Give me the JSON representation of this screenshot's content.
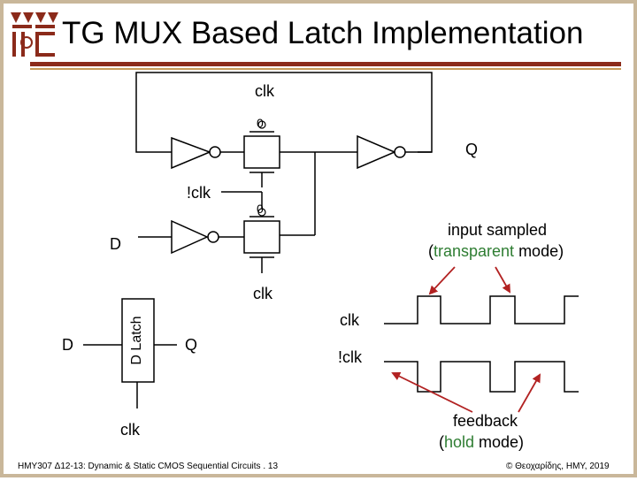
{
  "title": "TG MUX Based Latch Implementation",
  "labels": {
    "clk_top": "clk",
    "bubble_top": "0",
    "q_out": "Q",
    "nclk": "!clk",
    "bubble_mid": "0",
    "d_in": "D",
    "clk_mid": "clk",
    "annotation_top_1": "input sampled",
    "annotation_top_2_open": "(",
    "annotation_top_2_word": "transparent",
    "annotation_top_2_close": " mode)",
    "latch_d": "D",
    "latch_box": "D Latch",
    "latch_q": "Q",
    "latch_clk": "clk",
    "wave_clk": "clk",
    "wave_nclk": "!clk",
    "annotation_bottom_1": "feedback",
    "annotation_bottom_2_open": "(",
    "annotation_bottom_2_word": "hold",
    "annotation_bottom_2_close": " mode)"
  },
  "footer": {
    "left": "HMY307 Δ12-13: Dynamic & Static CMOS Sequential Circuits . 13",
    "right": "© Θεοχαρίδης, HMY, 2019"
  },
  "colors": {
    "accent_green": "#2e7d32",
    "arrow_red": "#b22222",
    "rule_dark": "#8b2a1a",
    "border_tan": "#c9b79a"
  }
}
